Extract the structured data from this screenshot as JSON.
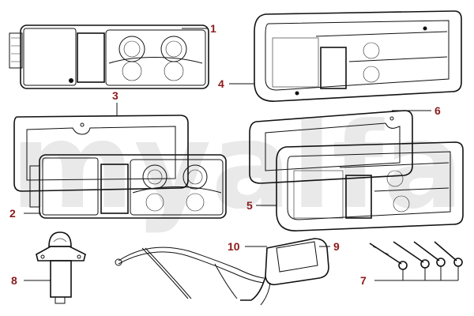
{
  "watermark": "myalfa",
  "callouts": [
    "1",
    "2",
    "3",
    "4",
    "5",
    "6",
    "7",
    "8",
    "9",
    "10"
  ],
  "colors": {
    "callout": "#8b1a1a",
    "line": "#111111",
    "watermark": "#e9e9e9"
  }
}
